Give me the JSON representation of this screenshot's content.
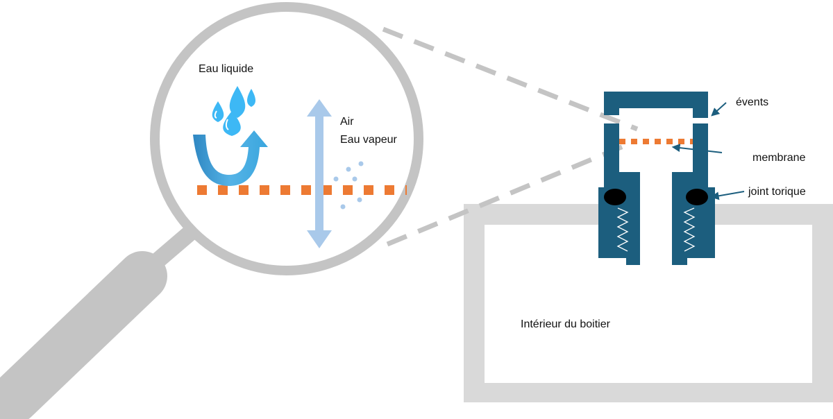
{
  "labels": {
    "liquid_water": "Eau liquide",
    "air": "Air",
    "water_vapour": "Eau vapeur",
    "vents": "évents",
    "membrane": "membrane",
    "oring": "joint torique",
    "housing_interior": "Intérieur du boitier"
  },
  "colors": {
    "magnifier_gray": "#c4c4c4",
    "housing_gray": "#d9d9d9",
    "vent_blue": "#1c5e7e",
    "membrane_orange": "#ed7a33",
    "droplet_blue": "#3db8f5",
    "arrow_light_blue": "#a9c9ea",
    "oring_black": "#000000",
    "label_arrow": "#1c5e7e"
  }
}
